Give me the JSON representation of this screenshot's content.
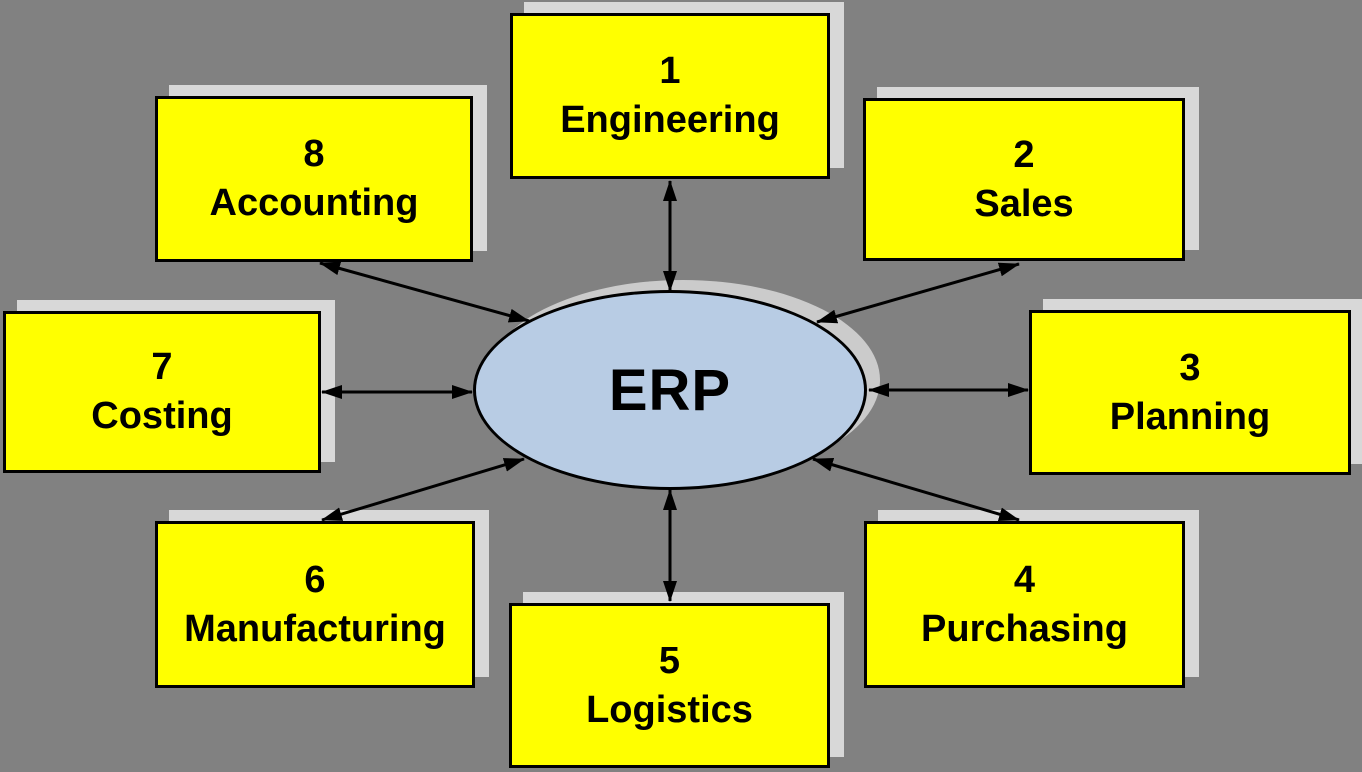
{
  "diagram": {
    "center": {
      "label": "ERP"
    },
    "nodes": [
      {
        "number": "1",
        "label": "Engineering"
      },
      {
        "number": "2",
        "label": "Sales"
      },
      {
        "number": "3",
        "label": "Planning"
      },
      {
        "number": "4",
        "label": "Purchasing"
      },
      {
        "number": "5",
        "label": "Logistics"
      },
      {
        "number": "6",
        "label": "Manufacturing"
      },
      {
        "number": "7",
        "label": "Costing"
      },
      {
        "number": "8",
        "label": "Accounting"
      }
    ],
    "connections": [
      {
        "from": "ERP",
        "to": "Engineering",
        "bidirectional": true
      },
      {
        "from": "ERP",
        "to": "Sales",
        "bidirectional": true
      },
      {
        "from": "ERP",
        "to": "Planning",
        "bidirectional": true
      },
      {
        "from": "ERP",
        "to": "Purchasing",
        "bidirectional": true
      },
      {
        "from": "ERP",
        "to": "Logistics",
        "bidirectional": true
      },
      {
        "from": "ERP",
        "to": "Manufacturing",
        "bidirectional": true
      },
      {
        "from": "ERP",
        "to": "Costing",
        "bidirectional": true
      },
      {
        "from": "ERP",
        "to": "Accounting",
        "bidirectional": true
      }
    ],
    "colors": {
      "background": "#818181",
      "node_fill": "#ffff00",
      "node_border": "#000000",
      "node_shadow": "#d8d8d8",
      "center_fill": "#b8cce4",
      "center_border": "#000000",
      "center_shadow": "#cbcbcb",
      "arrow": "#000000",
      "text": "#000000"
    }
  }
}
